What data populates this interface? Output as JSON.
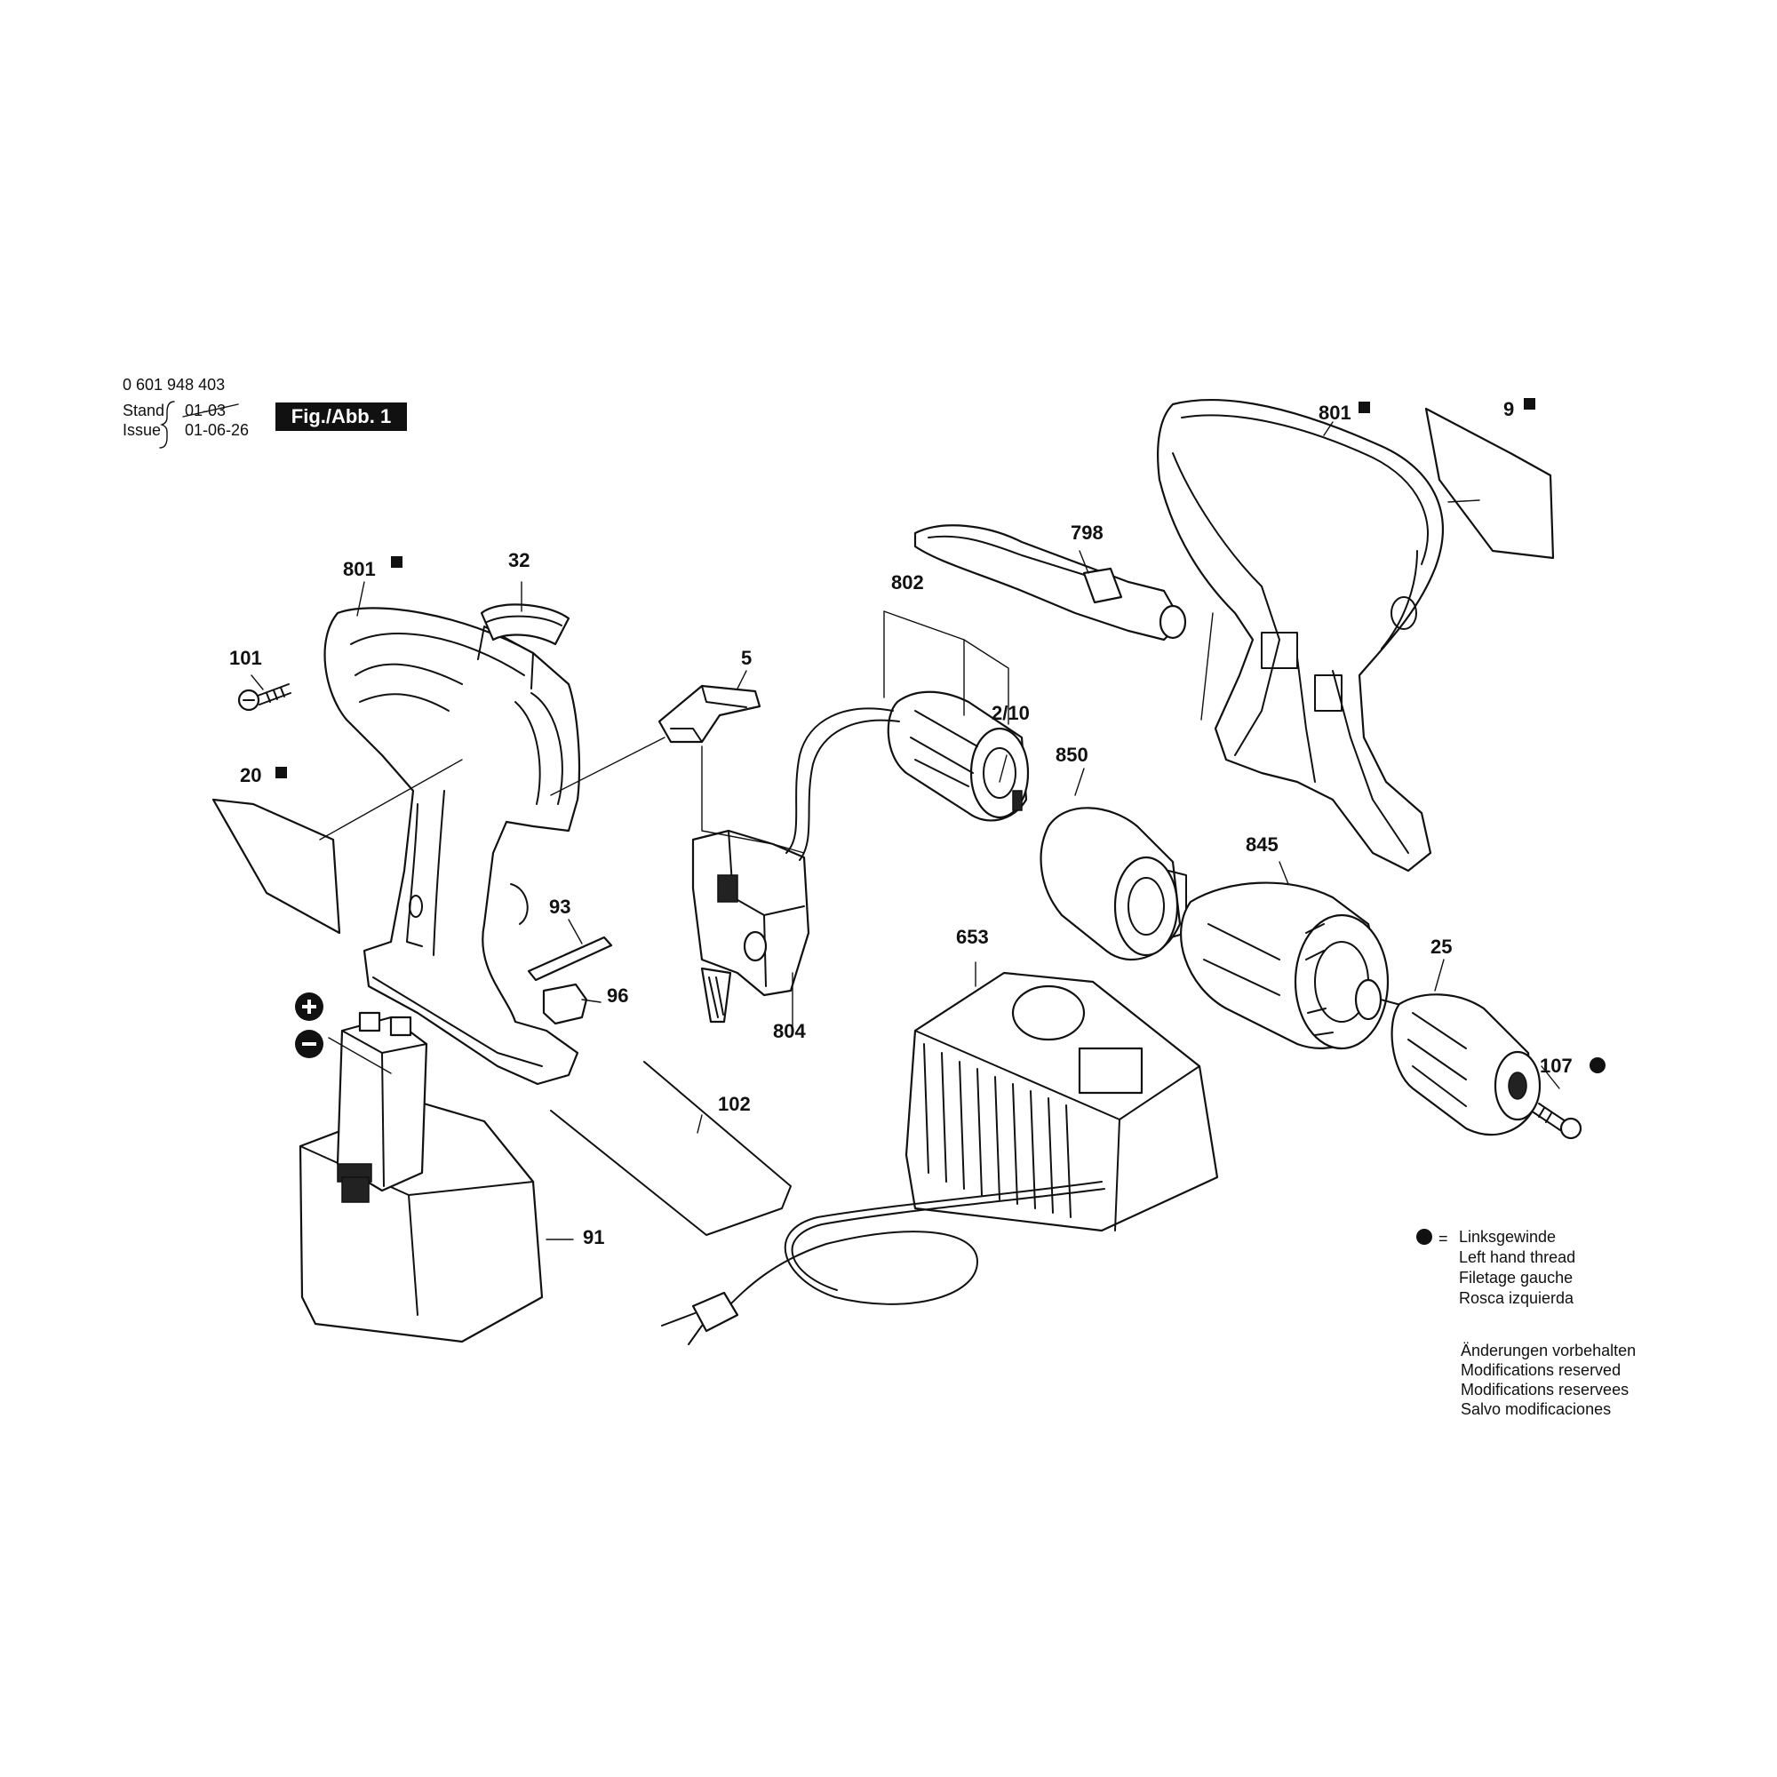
{
  "header": {
    "part_number": "0 601 948 403",
    "stand_label": "Stand",
    "issue_label": "Issue",
    "stand_date": "01-03",
    "issue_date": "01-06-26",
    "figure_badge": "Fig./Abb. 1"
  },
  "callouts": {
    "housing_left": "801",
    "housing_right": "801",
    "cap": "32",
    "screw": "101",
    "clip": "5",
    "label_20": "20",
    "label_9": "9",
    "strap": "798",
    "motor": "802",
    "brushes": "2/10",
    "gear_ring": "850",
    "gearbox": "845",
    "bit": "93",
    "holder": "96",
    "switch": "804",
    "charger": "653",
    "chuck": "25",
    "chuck_screw": "107",
    "wire_clip": "102",
    "battery": "91"
  },
  "legend": {
    "symbol_note": "=",
    "left_hand_thread": [
      "Linksgewinde",
      "Left hand thread",
      "Filetage gauche",
      "Rosca izquierda"
    ],
    "modifications": [
      "Änderungen vorbehalten",
      "Modifications reserved",
      "Modifications reservees",
      "Salvo modificaciones"
    ]
  },
  "icons": {
    "plus_terminal": "plus-icon",
    "minus_terminal": "minus-icon",
    "service_square": "square-marker-icon",
    "left_thread_dot": "filled-dot-icon"
  },
  "colors": {
    "ink": "#111111",
    "paper": "#ffffff"
  }
}
